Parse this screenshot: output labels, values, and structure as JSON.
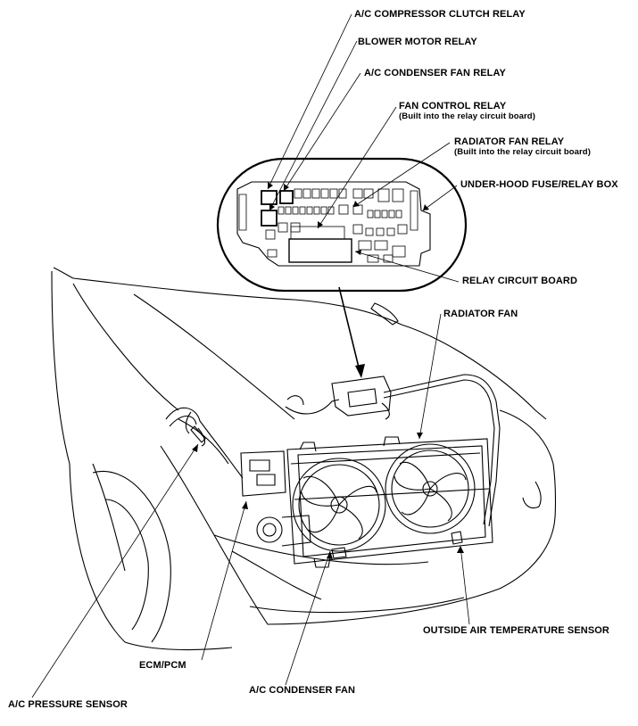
{
  "labels": {
    "ac_compressor_clutch_relay": "A/C COMPRESSOR CLUTCH RELAY",
    "blower_motor_relay": "BLOWER MOTOR RELAY",
    "ac_condenser_fan_relay": "A/C CONDENSER FAN RELAY",
    "fan_control_relay": "FAN CONTROL RELAY",
    "fan_control_relay_note": "(Built into the relay circuit board)",
    "radiator_fan_relay": "RADIATOR FAN RELAY",
    "radiator_fan_relay_note": "(Built into the relay circuit board)",
    "under_hood_fuse_relay_box": "UNDER-HOOD FUSE/RELAY BOX",
    "relay_circuit_board": "RELAY CIRCUIT BOARD",
    "radiator_fan": "RADIATOR FAN",
    "outside_air_temperature_sensor": "OUTSIDE AIR TEMPERATURE SENSOR",
    "ecm_pcm": "ECM/PCM",
    "ac_condenser_fan": "A/C CONDENSER FAN",
    "ac_pressure_sensor": "A/C PRESSURE SENSOR"
  }
}
